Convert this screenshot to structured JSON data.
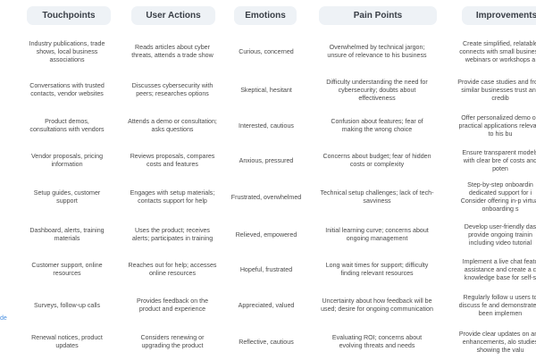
{
  "headers": [
    "Touchpoints",
    "User Actions",
    "Emotions",
    "Pain Points",
    "Improvements"
  ],
  "edge_stage_label": "de",
  "rows": [
    [
      "Industry publications, trade shows, local business associations",
      "Reads articles about cyber threats, attends a trade show",
      "Curious, concerned",
      "Overwhelmed by technical jargon; unsure of relevance to his business",
      "Create simplified, relatable connects with small business webinars or workshops a"
    ],
    [
      "Conversations with trusted contacts, vendor websites",
      "Discusses cybersecurity with peers; researches options",
      "Skeptical, hesitant",
      "Difficulty understanding the need for cybersecurity; doubts about effectiveness",
      "Provide case studies and from similar businesses trust and credib"
    ],
    [
      "Product demos, consultations with vendors",
      "Attends a demo or consultation; asks questions",
      "Interested, cautious",
      "Confusion about features; fear of making the wrong choice",
      "Offer personalized demo on practical applications relevant to his bu"
    ],
    [
      "Vendor proposals, pricing information",
      "Reviews proposals, compares costs and features",
      "Anxious, pressured",
      "Concerns about budget; fear of hidden costs or complexity",
      "Ensure transparent models with clear bre of costs and poten"
    ],
    [
      "Setup guides, customer support",
      "Engages with setup materials; contacts support for help",
      "Frustrated, overwhelmed",
      "Technical setup challenges; lack of tech-savviness",
      "Step-by-step onboardin dedicated support for i Consider offering in-p virtual onboarding s"
    ],
    [
      "Dashboard, alerts, training materials",
      "Uses the product; receives alerts; participates in training",
      "Relieved, empowered",
      "Initial learning curve; concerns about ongoing management",
      "Develop user-friendly das provide ongoing trainin including video tutorial"
    ],
    [
      "Customer support, online resources",
      "Reaches out for help; accesses online resources",
      "Hopeful, frustrated",
      "Long wait times for support; difficulty finding relevant resources",
      "Implement a live chat featu assistance and create a c knowledge base for self-s"
    ],
    [
      "Surveys, follow-up calls",
      "Provides feedback on the product and experience",
      "Appreciated, valued",
      "Uncertainty about how feedback will be used; desire for ongoing communication",
      "Regularly follow u users to discuss fe and demonstrate h been implemen"
    ],
    [
      "Renewal notices, product updates",
      "Considers renewing or upgrading the product",
      "Reflective, cautious",
      "Evaluating ROI; concerns about evolving threats and needs",
      "Provide clear updates on and enhancements, alo studies showing the valu"
    ]
  ]
}
